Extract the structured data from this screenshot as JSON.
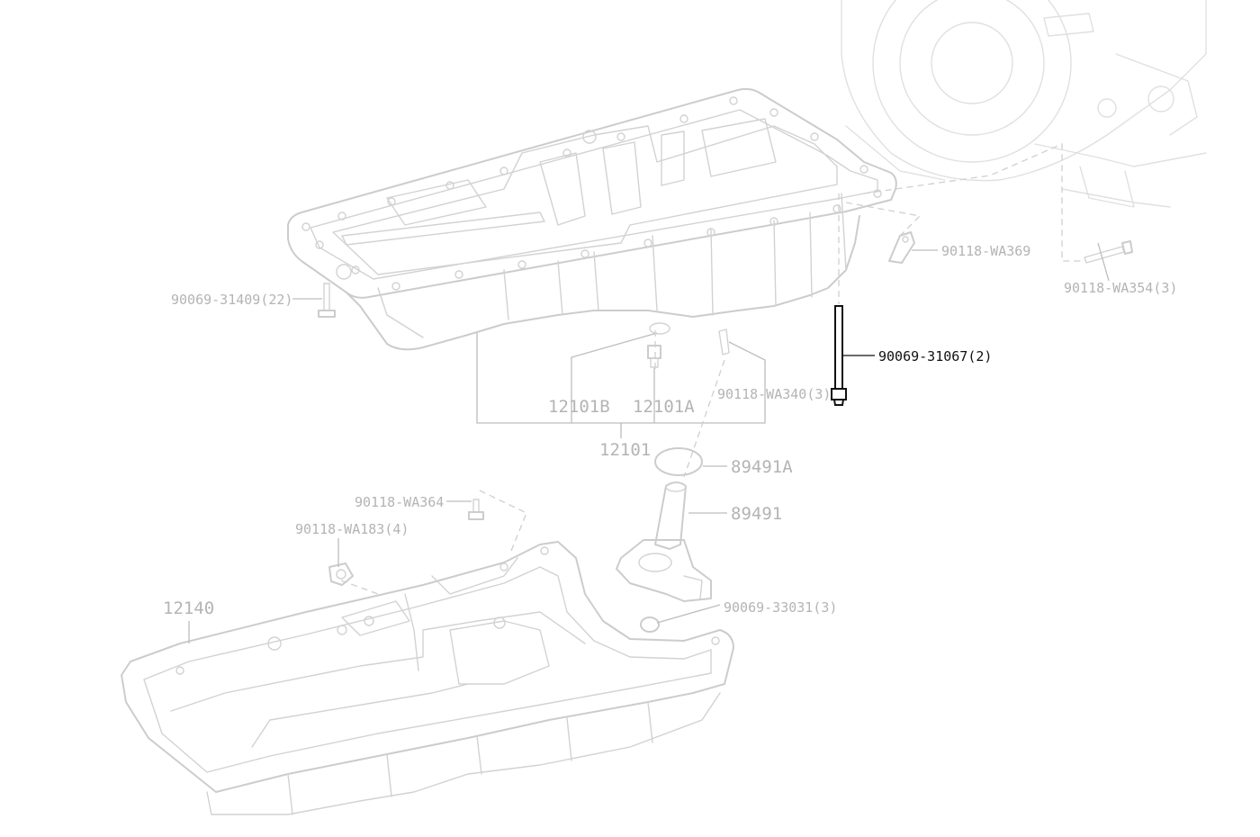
{
  "labels": {
    "p90069_31409": "90069-31409(22)",
    "p90118_wa369": "90118-WA369",
    "p90118_wa354": "90118-WA354(3)",
    "p90069_31067": "90069-31067(2)",
    "p12101b": "12101B",
    "p12101a": "12101A",
    "p90118_wa340": "90118-WA340(3)",
    "p12101": "12101",
    "p89491a": "89491A",
    "p90118_wa364": "90118-WA364",
    "p90118_wa183": "90118-WA183(4)",
    "p89491": "89491",
    "p12140": "12140",
    "p90069_33031": "90069-33031(3)"
  },
  "colors": {
    "part_line": "#cccccc",
    "label_gray": "#b4b4b4",
    "highlight": "#111111"
  }
}
